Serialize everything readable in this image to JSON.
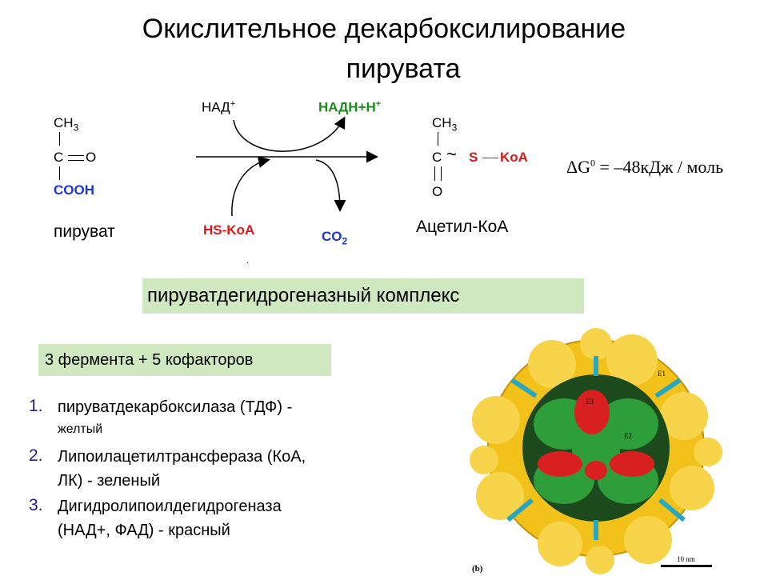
{
  "title": {
    "line1": "Окислительное декарбоксилирование",
    "line2": "пирувата"
  },
  "reaction": {
    "pyruvate": {
      "ch": "CH",
      "ch_sub": "3",
      "c": "C",
      "o": "O",
      "cooh": "COOH",
      "label": "пируват"
    },
    "nad_plus": {
      "text": "НАД",
      "sup": "+"
    },
    "nadh": {
      "text": "НАДН+Н",
      "sup": "+"
    },
    "hs_koa": "HS-KoA",
    "co2": {
      "text": "CO",
      "sub": "2"
    },
    "acetyl": {
      "ch": "CH",
      "ch_sub": "3",
      "c": "C",
      "tilde": "~",
      "s": "S",
      "koa": "KoA",
      "o": "O",
      "label": "Ацетил-КоА"
    },
    "delta_g": {
      "prefix": "ΔG",
      "sup": "0",
      "rest": " = –48кДж / моль"
    },
    "dot": "."
  },
  "complex_label": "пируватдегидрогеназный комплекс",
  "enzymes_box": "3 фермента + 5 кофакторов",
  "enzymes": [
    {
      "num": "1.",
      "line1": "пируватдекарбоксилаза (ТДФ) -",
      "line2": "желтый"
    },
    {
      "num": "2.",
      "line1": "Липоилацетилтрансфераза (КоА,",
      "line2": "ЛК) - зеленый"
    },
    {
      "num": "3.",
      "line1": "Дигидролипоилдегидрогеназа",
      "line2": "(НАД+, ФАД) - красный"
    }
  ],
  "image_labels": {
    "e1": "E1",
    "e2": "E2",
    "e3": "E3",
    "scale": "10 nm",
    "caption": "(b)"
  },
  "colors": {
    "blue": "#1a35d6",
    "green": "#1e8a1e",
    "red": "#d81a1a",
    "yellow": "#f2c21a",
    "enz_green": "#2e9e3a",
    "enz_red": "#d82020",
    "cyan": "#2aa7c0"
  }
}
